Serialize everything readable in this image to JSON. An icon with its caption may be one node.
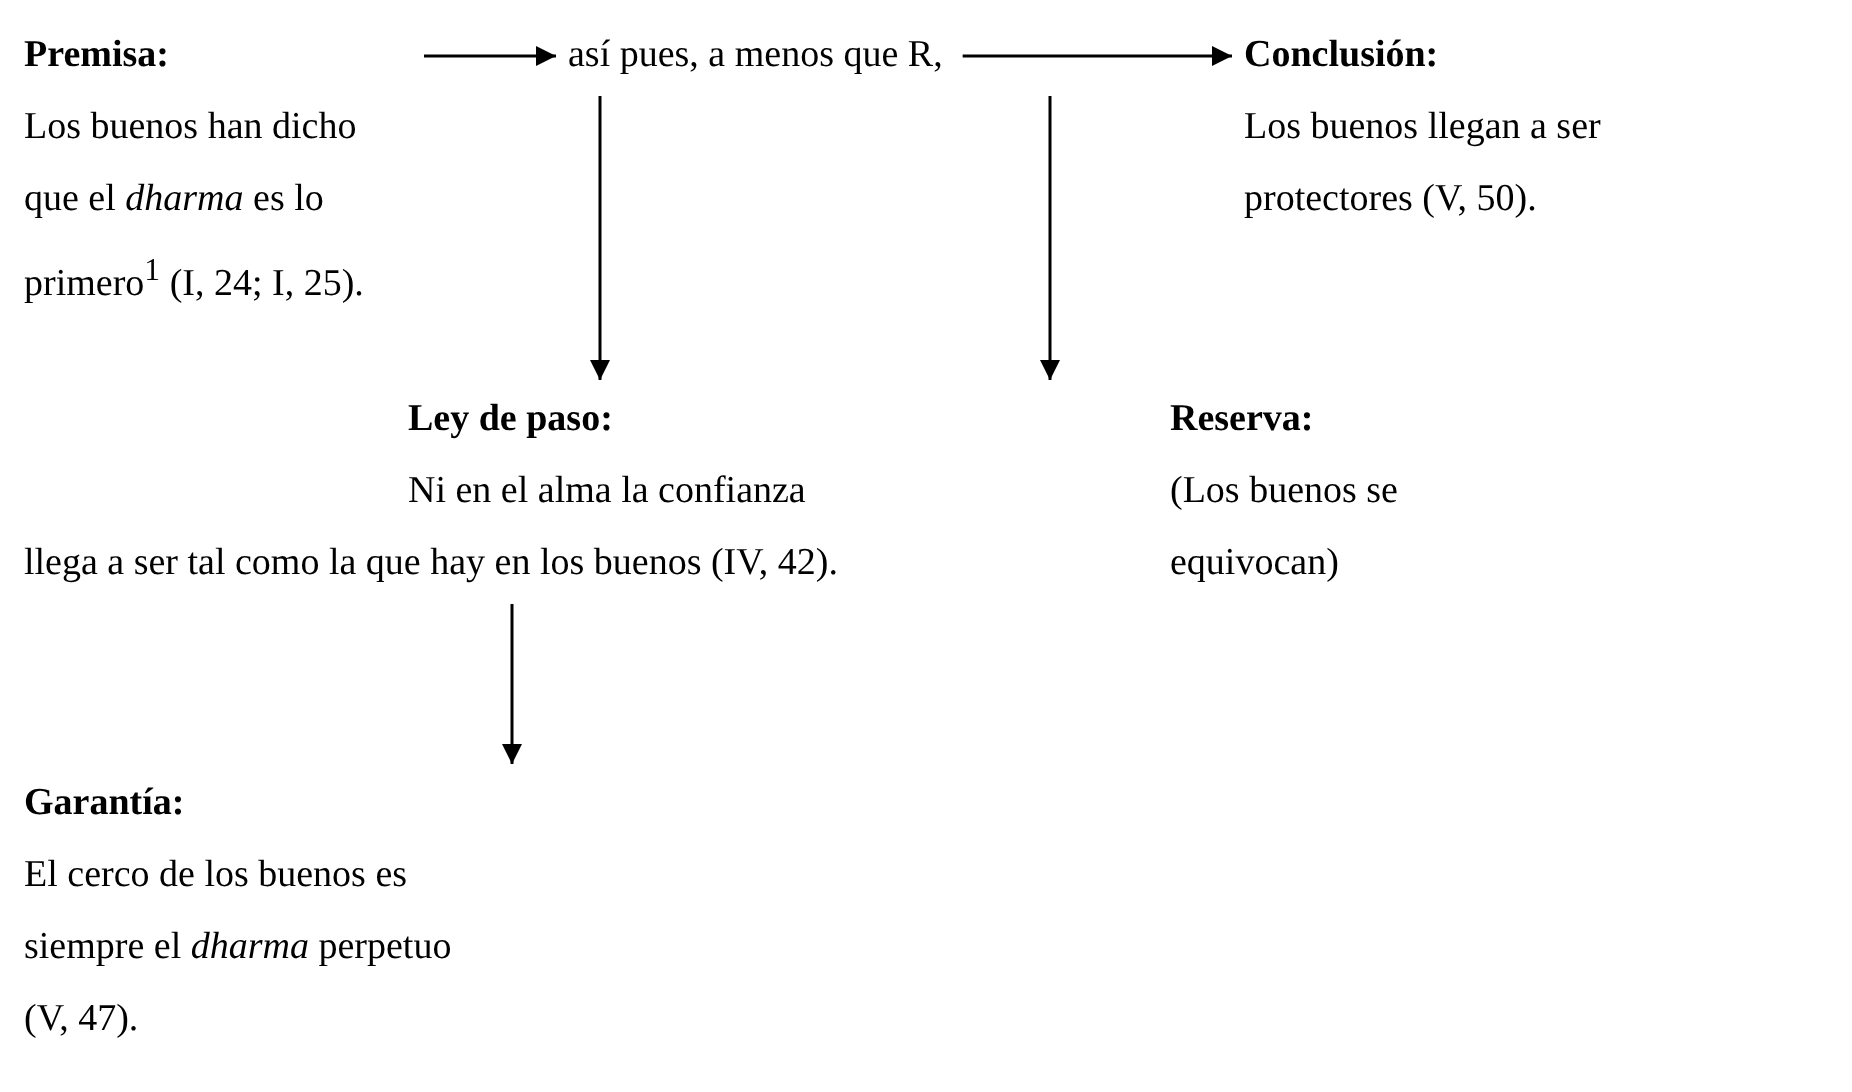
{
  "diagram": {
    "nodes": [
      {
        "text": [
          "Premisa:",
          "Los buenos han dicho que el *dharma* es lo primero$^{1}$ (I, 24; I, 25)."
        ]
      },
      {
        "text": [
          "así pues, a menos que R,"
        ]
      },
      {
        "text": [
          "Conclusión:",
          "Los buenos llegan a ser protectores (V, 50)."
        ]
      },
      {
        "text": [
          "Ley de paso:",
          "Ni en el alma la confianza llega a ser tal como la que hay en los buenos (IV, 42)."
        ]
      },
      {
        "text": [
          "Reserva:",
          "(Los buenos se equivocan)"
        ]
      },
      {
        "text": [
          "Garantía:",
          "El cerco de los buenos es siempre el *dharma* perpetuo (V, 47)."
        ]
      }
    ],
    "edges": [
      {
        "from": 0,
        "to": 1,
        "arrow": "to"
      },
      {
        "from": 1,
        "to": 2,
        "arrow": "to"
      },
      {
        "from": 1,
        "to": 3,
        "arrow": "to"
      },
      {
        "from": 1,
        "to": 4,
        "arrow": "to"
      },
      {
        "from": 3,
        "to": 5,
        "arrow": "to"
      }
    ]
  }
}
